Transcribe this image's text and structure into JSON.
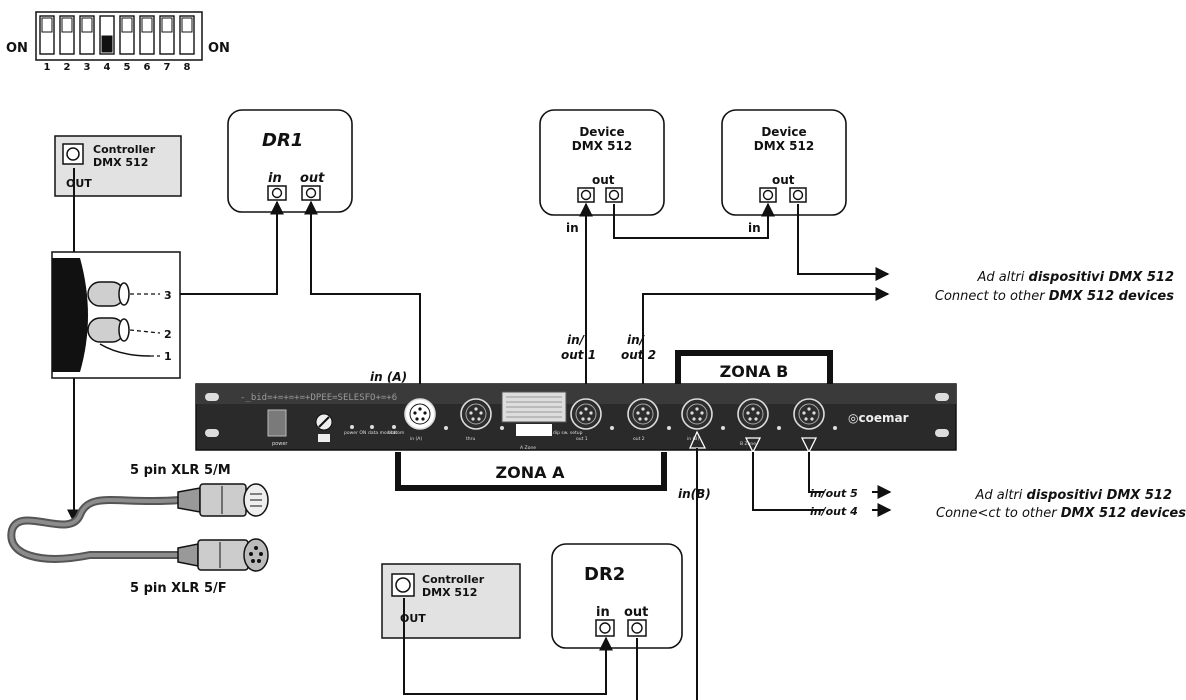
{
  "dip_switch": {
    "on_left": "ON",
    "on_right": "ON",
    "numbers": [
      "1",
      "2",
      "3",
      "4",
      "5",
      "6",
      "7",
      "8"
    ],
    "active_switch": 4
  },
  "controller_top": {
    "title_line1": "Controller",
    "title_line2": "DMX 512",
    "port": "OUT"
  },
  "controller_bottom": {
    "title_line1": "Controller",
    "title_line2": "DMX 512",
    "port": "OUT"
  },
  "dr1": {
    "title": "DR1",
    "in": "in",
    "out": "out"
  },
  "dr2": {
    "title": "DR2",
    "in": "in",
    "out": "out"
  },
  "device_left": {
    "line1": "Device",
    "line2": "DMX 512",
    "out": "out"
  },
  "device_right": {
    "line1": "Device",
    "line2": "DMX 512",
    "out": "out"
  },
  "wire_labels": {
    "in_left": "in",
    "in_right": "in"
  },
  "cable_pins": [
    "3",
    "2",
    "1"
  ],
  "xlr": {
    "male": "5 pin XLR 5/M",
    "female": "5 pin XLR 5/F"
  },
  "rack": {
    "in_a": "in (A)",
    "in_out_1_line1": "in/",
    "in_out_1_line2": "out 1",
    "in_out_2_line1": "in/",
    "in_out_2_line2": "out 2",
    "brand": "coemar",
    "panel_labels": [
      "power",
      "power ON",
      "data monitor",
      "bottom",
      "in (A)",
      "thru",
      "data thru",
      "dip sw. setup",
      "out 1",
      "out 2",
      "in (B)",
      "A Zone",
      "B Zone"
    ]
  },
  "zones": {
    "a": "ZONA A",
    "b": "ZONA B"
  },
  "in_b": "in(B)",
  "connect_top": {
    "it_prefix": "Ad altri ",
    "it_bold": "dispositivi DMX 512",
    "en_prefix": "Connect to other ",
    "en_bold": "DMX 512 devices"
  },
  "connect_bottom": {
    "it_prefix": "Ad altri ",
    "it_bold": "dispositivi DMX 512",
    "en_prefix": "Conne<ct to other ",
    "en_bold": "DMX 512 devices",
    "port5": "in/out 5",
    "port4": "in/out 4"
  }
}
